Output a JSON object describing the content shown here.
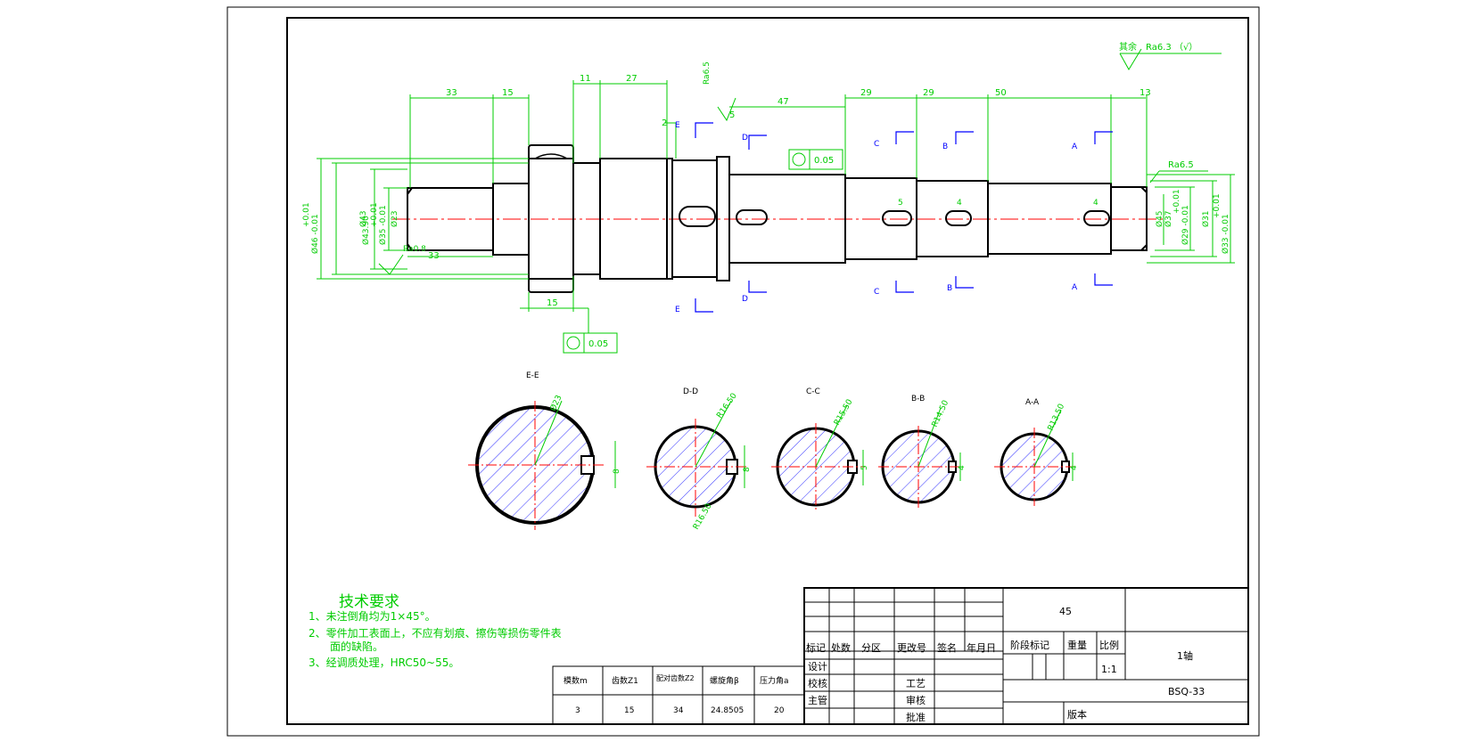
{
  "roughness": {
    "other": "其余",
    "other_value": "Ra6.3 （√）",
    "top": "Ra6.5",
    "right": "Ra6.5",
    "left": "Ra0.8",
    "chamfer": "Ra6.5"
  },
  "dims": {
    "d33": "33",
    "d15": "15",
    "d11": "11",
    "d27": "27",
    "d47": "47",
    "d29a": "29",
    "d29b": "29",
    "d50": "50",
    "d13": "13",
    "d2": "2",
    "d5top": "5",
    "k5": "5",
    "k4a": "4",
    "k4b": "4",
    "d33b": "33",
    "d15b": "15",
    "phi46": "Ø46 -0.01",
    "phi46u": "+0.01",
    "phi43": "Ø43",
    "phi4390": "Ø43.90",
    "phi35": "Ø35 -0.01",
    "phi35u": "+0.01",
    "phi23": "Ø23",
    "phi45": "Ø45",
    "phi37": "Ø37",
    "phi29": "Ø29 -0.01",
    "phi29u": "+0.01",
    "phi31": "Ø31",
    "phi33": "Ø33 -0.01",
    "phi33u": "+0.01"
  },
  "tolerance": {
    "runout_top": "0.05",
    "runout_bottom": "0.05"
  },
  "sections": {
    "labels": {
      "A": "A",
      "B": "B",
      "C": "C",
      "D": "D",
      "E": "E"
    },
    "views": [
      {
        "title": "E-E",
        "dia": "Ø23",
        "key": "8"
      },
      {
        "title": "D-D",
        "dia": "R16.50",
        "dia2": "R16.50",
        "key": "8"
      },
      {
        "title": "C-C",
        "dia": "R15.50",
        "key": "5"
      },
      {
        "title": "B-B",
        "dia": "R14.50",
        "key": "4"
      },
      {
        "title": "A-A",
        "dia": "R13.50",
        "key": "4"
      }
    ]
  },
  "tech": {
    "title": "技术要求",
    "line1": "1、未注倒角均为1×45°。",
    "line2": "2、零件加工表面上，不应有划痕、擦伤等损伤零件表",
    "line2b": "面的缺陷。",
    "line3": "3、经调质处理，HRC50~55。"
  },
  "gear_table": {
    "headers": [
      "模数m",
      "齿数Z1",
      "配对齿数Z2",
      "螺旋角β",
      "压力角a"
    ],
    "values": [
      "3",
      "15",
      "34",
      "24.8505",
      "20"
    ]
  },
  "title_block": {
    "material": "45",
    "part_name": "1轴",
    "drawing_no": "BSQ-33",
    "scale_label": "比例",
    "scale": "1:1",
    "stage": "阶段标记",
    "weight": "重量",
    "version": "版本",
    "col_labels": [
      "标记",
      "处数",
      "分区",
      "更改号",
      "签名",
      "年月日"
    ],
    "design": "设计",
    "check": "校核",
    "main": "主管",
    "process": "工艺",
    "review": "审核",
    "approve": "批准"
  }
}
